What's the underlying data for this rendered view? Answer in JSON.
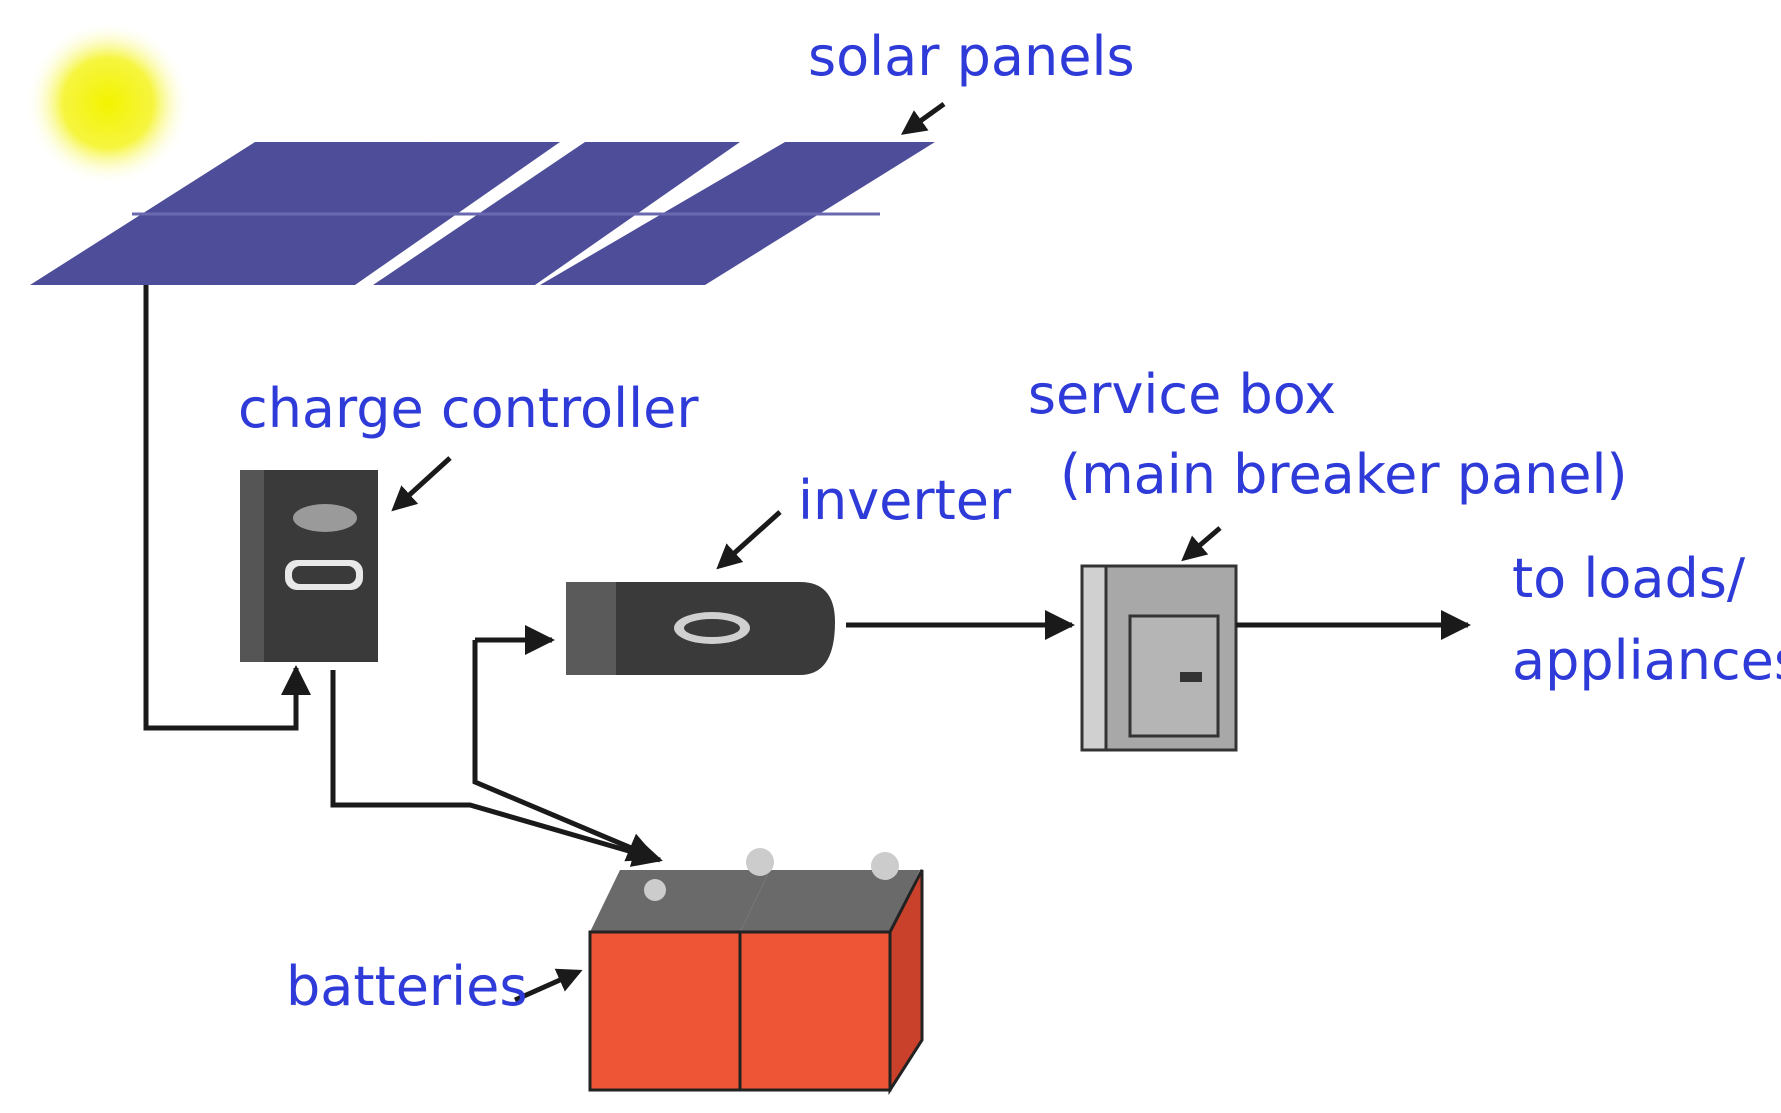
{
  "labels": {
    "solar_panels": "solar panels",
    "charge_controller": "charge controller",
    "inverter": "inverter",
    "service_box": "service box",
    "service_box_sub": "(main breaker panel)",
    "loads_line1": "to loads/",
    "loads_line2": "appliances",
    "batteries": "batteries"
  },
  "colors": {
    "label": "#2f3bd8",
    "sun": "#f3f300",
    "panel": "#4e4d9a",
    "battery": "#ee5536",
    "device": "#3a3a3a",
    "wire": "#1a1a1a"
  }
}
